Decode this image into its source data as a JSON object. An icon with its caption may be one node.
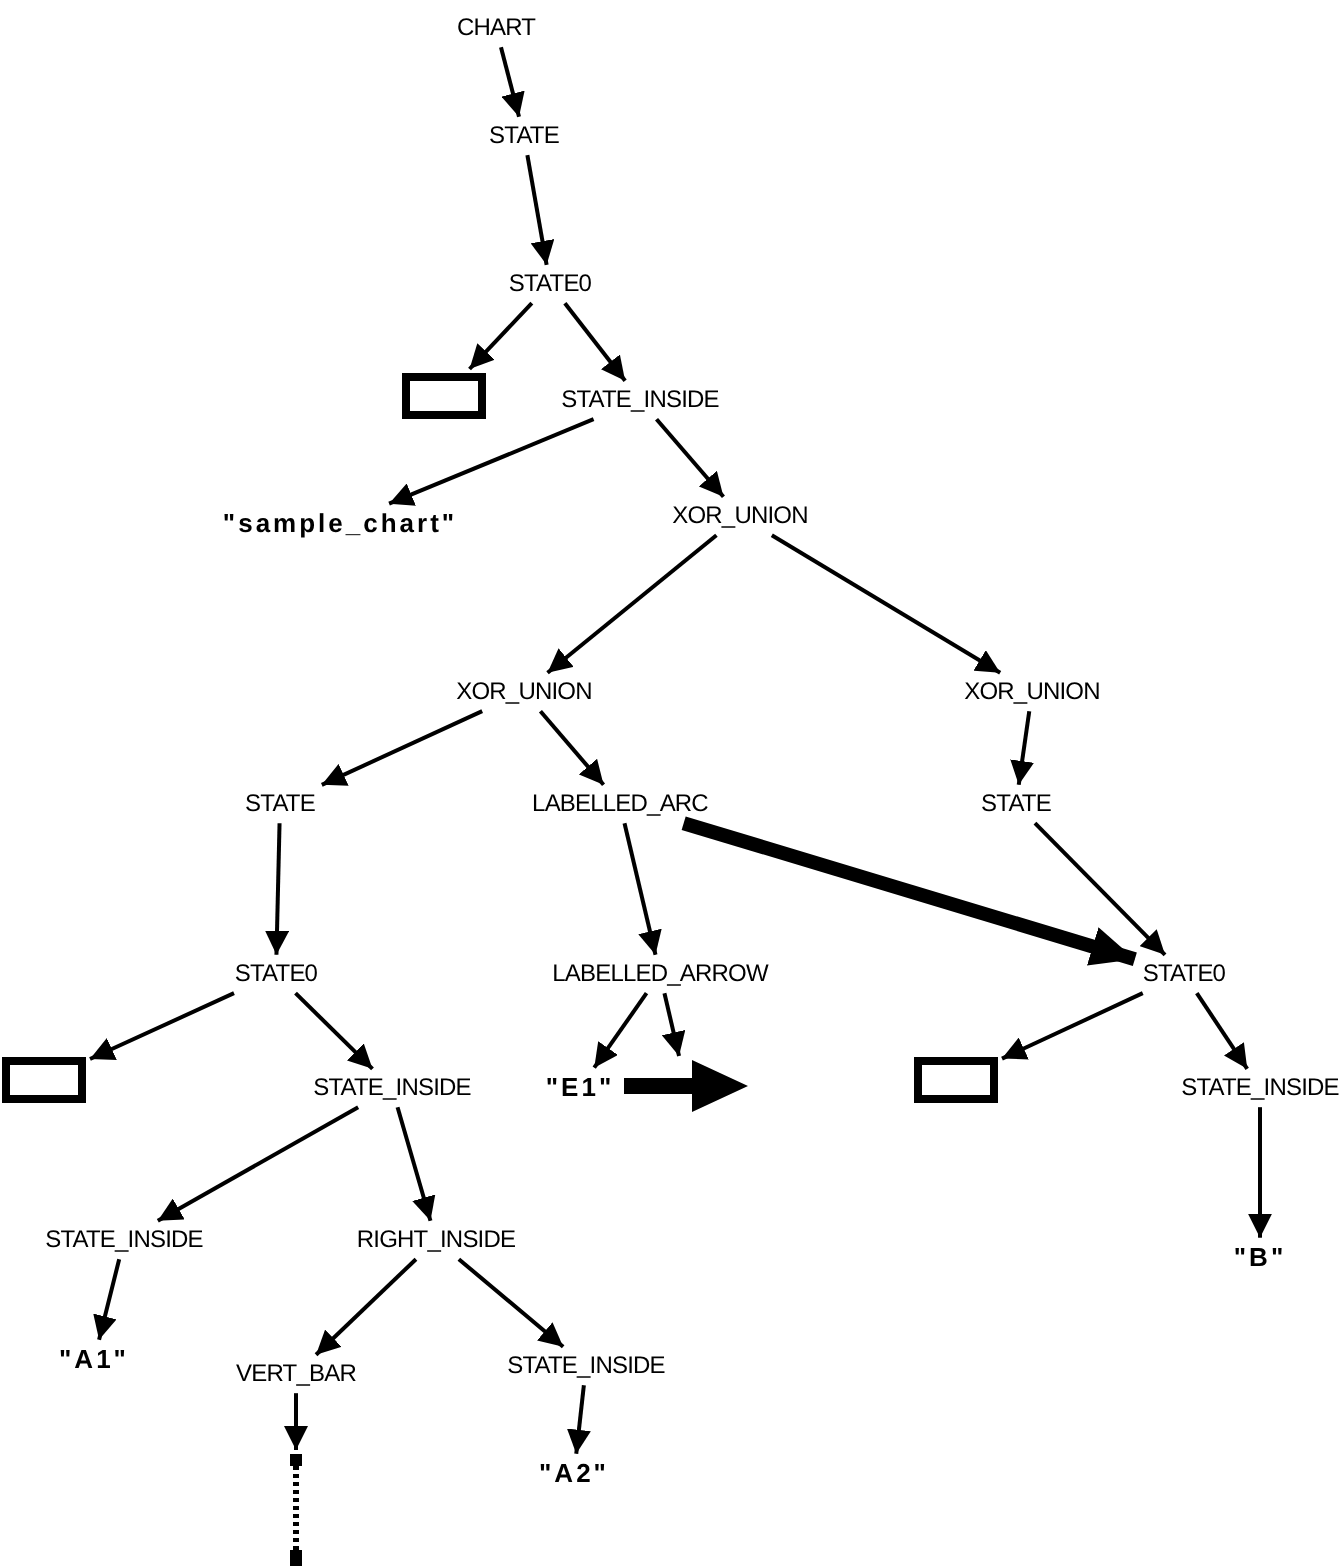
{
  "diagram": {
    "nodes": [
      {
        "text": [
          "CHART"
        ]
      },
      {
        "text": [
          "STATE"
        ]
      },
      {
        "text": [
          "STATE0"
        ]
      },
      {
        "text": [],
        "shape": "box"
      },
      {
        "text": [
          "STATE_INSIDE"
        ]
      },
      {
        "text": [
          "\"sample_chart\""
        ]
      },
      {
        "text": [
          "XOR_UNION"
        ]
      },
      {
        "text": [
          "XOR_UNION"
        ]
      },
      {
        "text": [
          "XOR_UNION"
        ]
      },
      {
        "text": [
          "STATE"
        ]
      },
      {
        "text": [
          "LABELLED_ARC"
        ]
      },
      {
        "text": [
          "STATE"
        ]
      },
      {
        "text": [
          "STATE0"
        ]
      },
      {
        "text": [
          "LABELLED_ARROW"
        ]
      },
      {
        "text": [
          "STATE0"
        ]
      },
      {
        "text": [],
        "shape": "box"
      },
      {
        "text": [
          "STATE_INSIDE"
        ]
      },
      {
        "text": [
          "\"E1\""
        ]
      },
      {
        "text": [],
        "shape": "arrow"
      },
      {
        "text": [],
        "shape": "box"
      },
      {
        "text": [
          "STATE_INSIDE"
        ]
      },
      {
        "text": [
          "STATE_INSIDE"
        ]
      },
      {
        "text": [
          "RIGHT_INSIDE"
        ]
      },
      {
        "text": [
          "\"B\""
        ]
      },
      {
        "text": [
          "\"A1\""
        ]
      },
      {
        "text": [
          "VERT_BAR"
        ]
      },
      {
        "text": [
          "STATE_INSIDE"
        ]
      },
      {
        "text": [
          "\"A2\""
        ]
      },
      {
        "text": [],
        "shape": "bar"
      }
    ],
    "edges": [
      {
        "from": 0,
        "to": 1,
        "arrow": "to"
      },
      {
        "from": 1,
        "to": 2,
        "arrow": "to"
      },
      {
        "from": 2,
        "to": 3,
        "arrow": "to"
      },
      {
        "from": 2,
        "to": 4,
        "arrow": "to"
      },
      {
        "from": 4,
        "to": 5,
        "arrow": "to"
      },
      {
        "from": 4,
        "to": 6,
        "arrow": "to"
      },
      {
        "from": 6,
        "to": 7,
        "arrow": "to"
      },
      {
        "from": 6,
        "to": 8,
        "arrow": "to"
      },
      {
        "from": 7,
        "to": 9,
        "arrow": "to"
      },
      {
        "from": 7,
        "to": 10,
        "arrow": "to"
      },
      {
        "from": 8,
        "to": 11,
        "arrow": "to"
      },
      {
        "from": 9,
        "to": 12,
        "arrow": "to"
      },
      {
        "from": 10,
        "to": 13,
        "arrow": "to"
      },
      {
        "from": 10,
        "to": 14,
        "arrow": "to",
        "style": "thick"
      },
      {
        "from": 11,
        "to": 14,
        "arrow": "to"
      },
      {
        "from": 12,
        "to": 15,
        "arrow": "to"
      },
      {
        "from": 12,
        "to": 16,
        "arrow": "to"
      },
      {
        "from": 13,
        "to": 17,
        "arrow": "to"
      },
      {
        "from": 13,
        "to": 18,
        "arrow": "to"
      },
      {
        "from": 14,
        "to": 19,
        "arrow": "to"
      },
      {
        "from": 14,
        "to": 20,
        "arrow": "to"
      },
      {
        "from": 16,
        "to": 21,
        "arrow": "to"
      },
      {
        "from": 16,
        "to": 22,
        "arrow": "to"
      },
      {
        "from": 20,
        "to": 23,
        "arrow": "to"
      },
      {
        "from": 21,
        "to": 24,
        "arrow": "to"
      },
      {
        "from": 22,
        "to": 25,
        "arrow": "to"
      },
      {
        "from": 22,
        "to": 26,
        "arrow": "to"
      },
      {
        "from": 25,
        "to": 28,
        "arrow": "to"
      },
      {
        "from": 26,
        "to": 27,
        "arrow": "to"
      }
    ]
  }
}
